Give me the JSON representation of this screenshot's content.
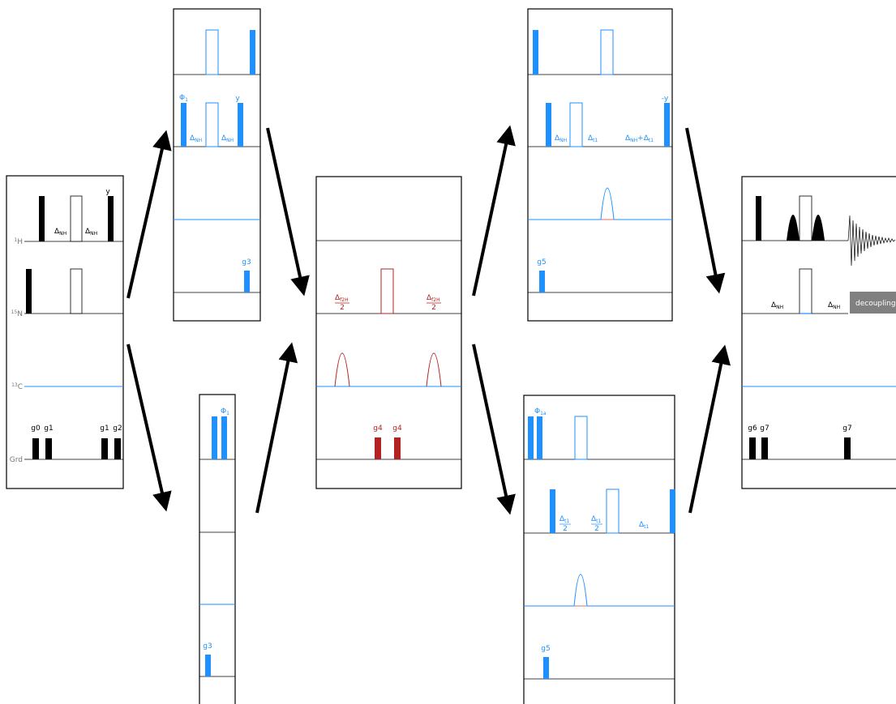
{
  "colors": {
    "black": "#000000",
    "blue": "#1e90ff",
    "red": "#b22222",
    "gray_label": "#777777",
    "decoupling_fill": "#808080",
    "decoupling_text": "#ffffff",
    "salmon_baseline": "#f08080"
  },
  "channels": {
    "h1": {
      "sup": "1",
      "name": "H"
    },
    "n15": {
      "sup": "15",
      "name": "N"
    },
    "c13": {
      "sup": "13",
      "name": "C"
    },
    "grd": "Grd"
  },
  "panel_start": {
    "pulse_phase_y": "y",
    "delta1": {
      "main": "Δ",
      "sub": "NH"
    },
    "delta2": {
      "main": "Δ",
      "sub": "NH"
    },
    "gradients": [
      "g0",
      "g1",
      "g1",
      "g2"
    ]
  },
  "panel_top_left": {
    "phase_left": {
      "main": "Φ",
      "sub": "1"
    },
    "phase_right": "y",
    "delta1": {
      "main": "Δ",
      "sub": "NH"
    },
    "delta2": {
      "main": "Δ",
      "sub": "NH"
    },
    "gradient": "g3"
  },
  "panel_bottom_left": {
    "phase": {
      "main": "Φ",
      "sub": "1"
    },
    "gradient": "g3"
  },
  "panel_middle": {
    "delta_left": {
      "main": "Δ",
      "sub": "f2H"
    },
    "delta_left_den": "2",
    "delta_right": {
      "main": "Δ",
      "sub": "f2H"
    },
    "delta_right_den": "2",
    "gradients": [
      "g4",
      "g4"
    ]
  },
  "panel_top_right": {
    "delta1": {
      "main": "Δ",
      "sub": "NH"
    },
    "delta2": {
      "main": "Δ",
      "sub": "t1"
    },
    "delta3": {
      "main": "Δ",
      "sub": "NH"
    },
    "delta3_plus": "+",
    "delta4": {
      "main": "Δ",
      "sub": "t1"
    },
    "phase_right": "-y",
    "gradient": "g5"
  },
  "panel_bottom_right": {
    "phase": {
      "main": "Φ",
      "sub": "1a"
    },
    "delta1": {
      "main": "Δ",
      "sub": "t1"
    },
    "delta1_den": "2",
    "delta2": {
      "main": "Δ",
      "sub": "t1"
    },
    "delta2_den": "2",
    "delta3": {
      "main": "Δ",
      "sub": "t1"
    },
    "gradient": "g5"
  },
  "panel_end": {
    "delta1": {
      "main": "Δ",
      "sub": "NH"
    },
    "delta2": {
      "main": "Δ",
      "sub": "NH"
    },
    "decoupling": "decoupling",
    "gradients": [
      "g6",
      "g7",
      "g7"
    ]
  }
}
